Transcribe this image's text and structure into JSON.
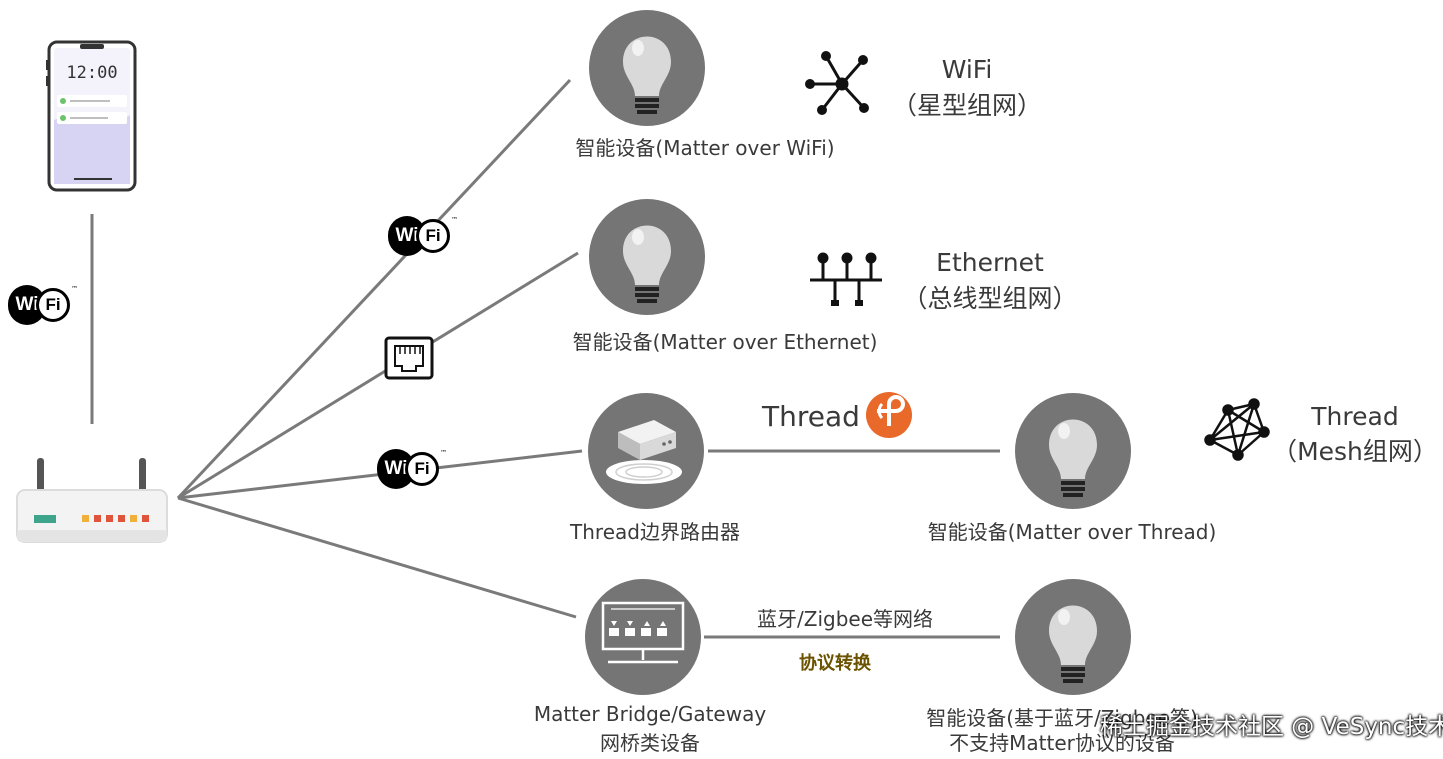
{
  "devices": {
    "wifi_device": "智能设备(Matter over WiFi)",
    "ethernet_device": "智能设备(Matter over Ethernet)",
    "thread_router": "Thread边界路由器",
    "thread_device": "智能设备(Matter over Thread)",
    "bridge_line1": "Matter Bridge/Gateway",
    "bridge_line2": "网桥类设备",
    "legacy_line1": "智能设备(基于蓝牙/Zigbee等)",
    "legacy_line2": "不支持Matter协议的设备"
  },
  "topologies": {
    "wifi_name": "WiFi",
    "wifi_type": "（星型组网）",
    "ethernet_name": "Ethernet",
    "ethernet_type": "（总线型组网）",
    "thread_name": "Thread",
    "thread_type": "（Mesh组网）"
  },
  "links": {
    "thread_label": "Thread",
    "bt_zigbee_label": "蓝牙/Zigbee等网络",
    "protocol_conversion": "协议转换"
  },
  "badges": {
    "wifi_wi": "Wi",
    "wifi_fi": "Fi",
    "wifi_tm": "™"
  },
  "phone": {
    "time": "12:00"
  },
  "watermark": "稀土掘金技术社区 @ VeSync技术",
  "colors": {
    "line": "#7a7a7a",
    "circle": "#757575",
    "thread_logo": "#e8692a",
    "accent_text": "#6b5200"
  }
}
